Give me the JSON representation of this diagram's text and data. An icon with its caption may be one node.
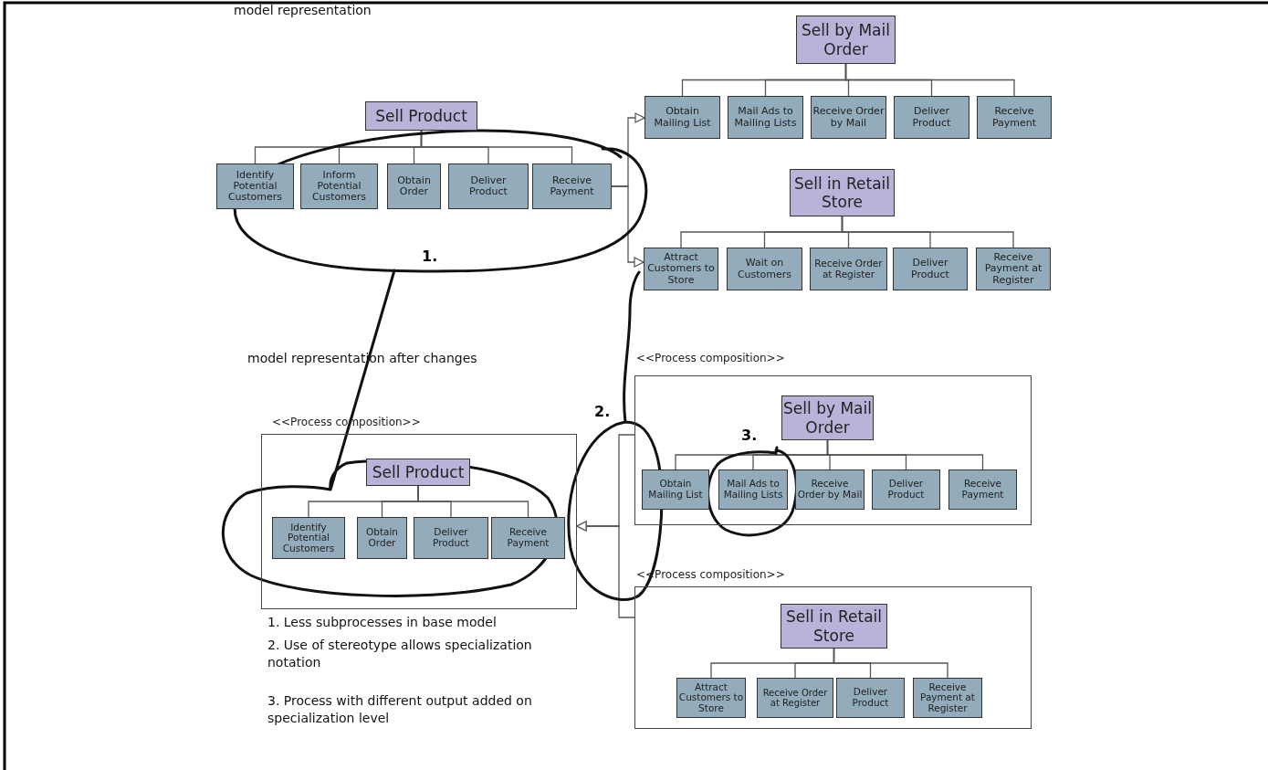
{
  "diagram": {
    "nodes": [
      {
        "text": [
          "Sell Product"
        ]
      },
      {
        "text": [
          "Identify Potential Customers"
        ]
      },
      {
        "text": [
          "Inform Potential Customers"
        ]
      },
      {
        "text": [
          "Obtain Order"
        ]
      },
      {
        "text": [
          "Deliver Product"
        ]
      },
      {
        "text": [
          "Receive Payment"
        ]
      },
      {
        "text": [
          "Sell by Mail Order"
        ]
      },
      {
        "text": [
          "Obtain Mailing List"
        ]
      },
      {
        "text": [
          "Mail Ads to Mailing Lists"
        ]
      },
      {
        "text": [
          "Receive Order by Mail"
        ]
      },
      {
        "text": [
          "Deliver Product"
        ]
      },
      {
        "text": [
          "Receive Payment"
        ]
      },
      {
        "text": [
          "Sell in Retail Store"
        ]
      },
      {
        "text": [
          "Attract Customers to Store"
        ]
      },
      {
        "text": [
          "Wait on Customers"
        ]
      },
      {
        "text": [
          "Receive Order at Register"
        ]
      },
      {
        "text": [
          "Deliver Product"
        ]
      },
      {
        "text": [
          "Receive Payment at Register"
        ]
      },
      {
        "text": [
          "<<Process composition>>"
        ]
      },
      {
        "text": [
          "Sell Product"
        ],
        "in": 18
      },
      {
        "text": [
          "Identify Potential Customers"
        ],
        "in": 18
      },
      {
        "text": [
          "Obtain Order"
        ],
        "in": 18
      },
      {
        "text": [
          "Deliver Product"
        ],
        "in": 18
      },
      {
        "text": [
          "Receive Payment"
        ],
        "in": 18
      },
      {
        "text": [
          "<<Process composition>>"
        ]
      },
      {
        "text": [
          "Sell by Mail Order"
        ],
        "in": 24
      },
      {
        "text": [
          "Obtain Mailing List"
        ],
        "in": 24
      },
      {
        "text": [
          "Mail Ads to Mailing Lists"
        ],
        "in": 24
      },
      {
        "text": [
          "Receive Order by Mail"
        ],
        "in": 24
      },
      {
        "text": [
          "Deliver Product"
        ],
        "in": 24
      },
      {
        "text": [
          "Receive Payment"
        ],
        "in": 24
      },
      {
        "text": [
          "<<Process composition>>"
        ]
      },
      {
        "text": [
          "Sell in Retail Store"
        ],
        "in": 31
      },
      {
        "text": [
          "Attract Customers to Store"
        ],
        "in": 31
      },
      {
        "text": [
          "Receive Order at Register"
        ],
        "in": 31
      },
      {
        "text": [
          "Deliver Product"
        ],
        "in": 31
      },
      {
        "text": [
          "Receive Payment at Register"
        ],
        "in": 31
      }
    ],
    "edges": [
      {
        "from": 0,
        "to": 1,
        "arrow": "none"
      },
      {
        "from": 0,
        "to": 2,
        "arrow": "none"
      },
      {
        "from": 0,
        "to": 3,
        "arrow": "none"
      },
      {
        "from": 0,
        "to": 4,
        "arrow": "none"
      },
      {
        "from": 0,
        "to": 5,
        "arrow": "none"
      },
      {
        "from": 6,
        "to": 7,
        "arrow": "none"
      },
      {
        "from": 6,
        "to": 8,
        "arrow": "none"
      },
      {
        "from": 6,
        "to": 9,
        "arrow": "none"
      },
      {
        "from": 6,
        "to": 10,
        "arrow": "none"
      },
      {
        "from": 6,
        "to": 11,
        "arrow": "none"
      },
      {
        "from": 12,
        "to": 13,
        "arrow": "none"
      },
      {
        "from": 12,
        "to": 14,
        "arrow": "none"
      },
      {
        "from": 12,
        "to": 15,
        "arrow": "none"
      },
      {
        "from": 12,
        "to": 16,
        "arrow": "none"
      },
      {
        "from": 12,
        "to": 17,
        "arrow": "none"
      },
      {
        "from": 19,
        "to": 20,
        "arrow": "none"
      },
      {
        "from": 19,
        "to": 21,
        "arrow": "none"
      },
      {
        "from": 19,
        "to": 22,
        "arrow": "none"
      },
      {
        "from": 19,
        "to": 23,
        "arrow": "none"
      },
      {
        "from": 25,
        "to": 26,
        "arrow": "none"
      },
      {
        "from": 25,
        "to": 27,
        "arrow": "none"
      },
      {
        "from": 25,
        "to": 28,
        "arrow": "none"
      },
      {
        "from": 25,
        "to": 29,
        "arrow": "none"
      },
      {
        "from": 25,
        "to": 30,
        "arrow": "none"
      },
      {
        "from": 32,
        "to": 33,
        "arrow": "none"
      },
      {
        "from": 32,
        "to": 34,
        "arrow": "none"
      },
      {
        "from": 32,
        "to": 35,
        "arrow": "none"
      },
      {
        "from": 32,
        "to": 36,
        "arrow": "none"
      },
      {
        "from": 5,
        "to": 7,
        "arrow": "to"
      },
      {
        "from": 5,
        "to": 13,
        "arrow": "to"
      },
      {
        "from": 24,
        "to": 18,
        "arrow": "to"
      },
      {
        "from": 31,
        "to": 18,
        "arrow": "to"
      }
    ],
    "labels": [
      "model representation",
      "1.",
      "model representation after changes",
      "2.",
      "3.",
      "1. Less subprocesses in base model",
      "2. Use of stereotype allows specialization notation",
      "3. Process with different output added on specialization level"
    ]
  }
}
